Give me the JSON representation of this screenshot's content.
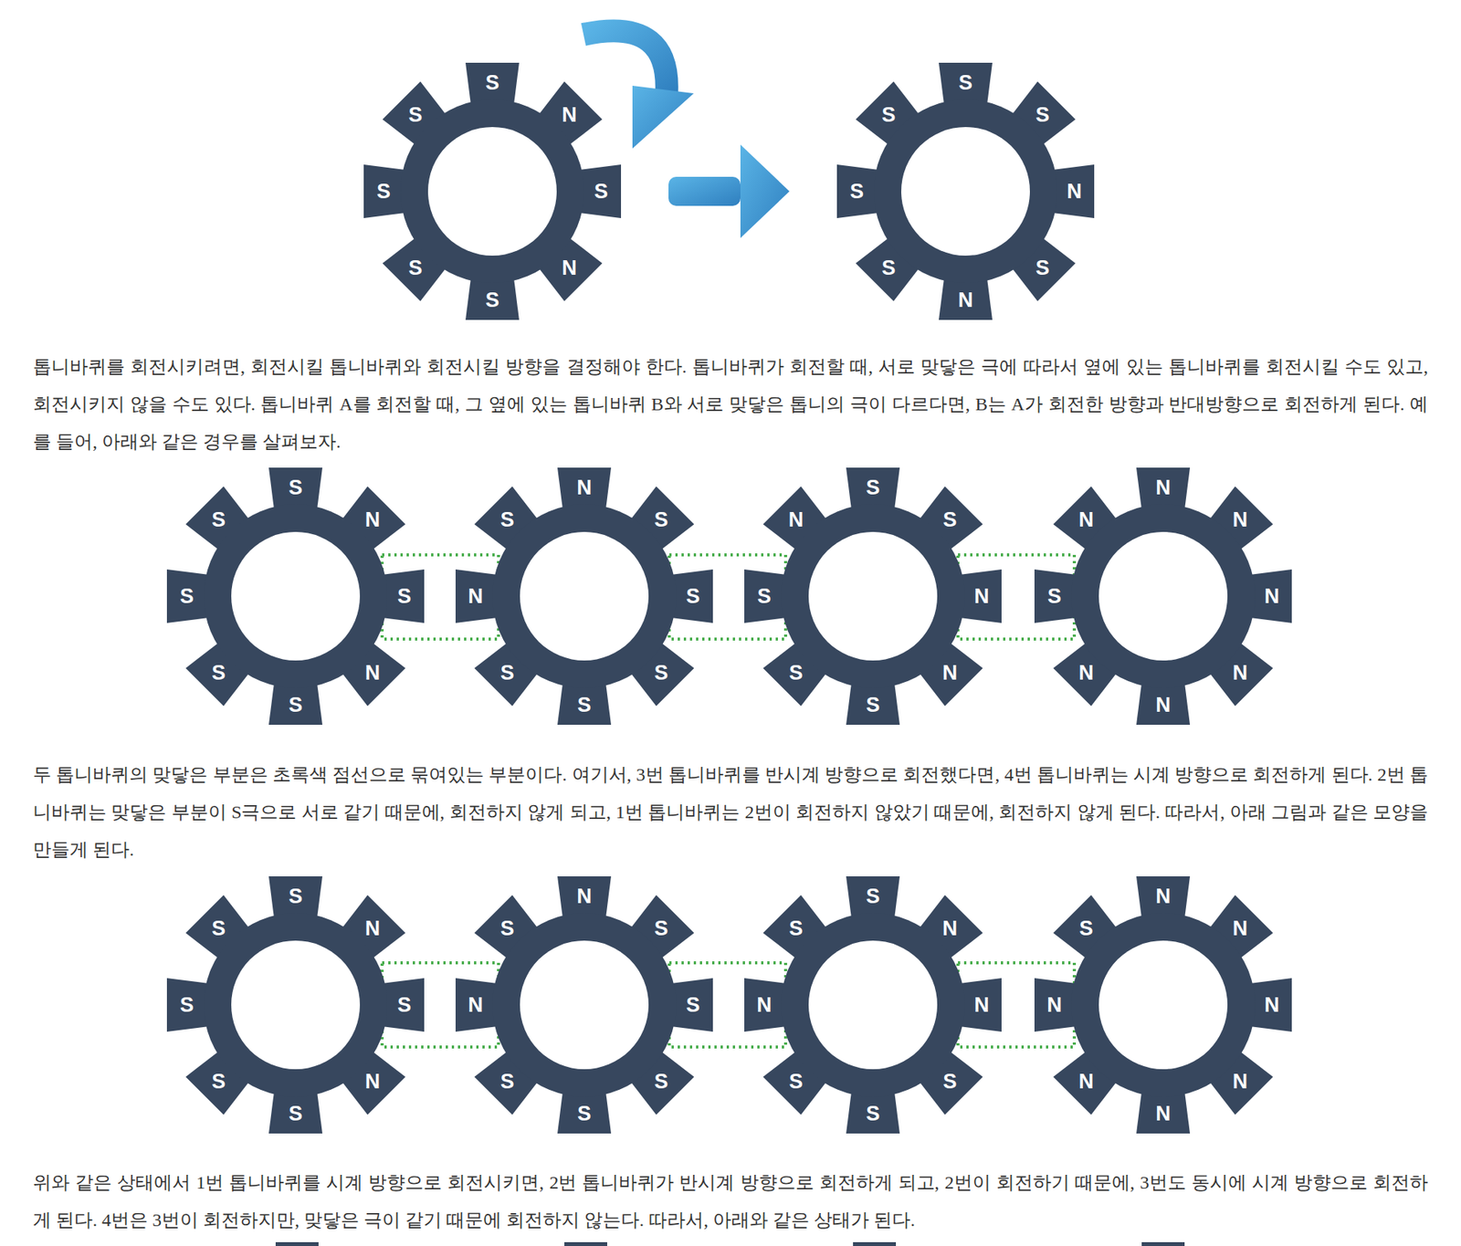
{
  "diagram": {
    "nodes": [
      {
        "text": [
          "S",
          "S",
          "N",
          "S",
          "S",
          "S",
          "N",
          "S"
        ]
      },
      {
        "text": [
          "S",
          "S",
          "S",
          "S",
          "N",
          "S",
          "S",
          "N"
        ]
      },
      {
        "text": [
          "S",
          "S",
          "N",
          "S",
          "S",
          "S",
          "N",
          "S"
        ]
      },
      {
        "text": [
          "N",
          "S",
          "S",
          "N",
          "S",
          "S",
          "S",
          "S"
        ]
      },
      {
        "text": [
          "S",
          "N",
          "S",
          "S",
          "N",
          "S",
          "N",
          "S"
        ]
      },
      {
        "text": [
          "N",
          "N",
          "N",
          "S",
          "N",
          "N",
          "N",
          "N"
        ]
      },
      {
        "text": [
          "S",
          "S",
          "N",
          "S",
          "S",
          "S",
          "N",
          "S"
        ]
      },
      {
        "text": [
          "N",
          "S",
          "S",
          "N",
          "S",
          "S",
          "S",
          "S"
        ]
      },
      {
        "text": [
          "S",
          "S",
          "N",
          "N",
          "N",
          "S",
          "S",
          "S"
        ]
      },
      {
        "text": [
          "N",
          "S",
          "N",
          "N",
          "N",
          "N",
          "N",
          "N"
        ]
      }
    ],
    "edges": [
      {
        "from": 0,
        "to": 1,
        "arrow": "to"
      }
    ],
    "labels": [
      "톱니바퀴를 회전시키려면, 회전시킬 톱니바퀴와 회전시킬 방향을 결정해야 한다. 톱니바퀴가 회전할 때, 서로 맞닿은 극에 따라서 옆에 있는 톱니바퀴를 회전시킬 수도 있고, 회전시키지 않을 수도 있다. 톱니바퀴 A를 회전할 때, 그 옆에 있는 톱니바퀴 B와 서로 맞닿은 톱니의 극이 다르다면, B는 A가 회전한 방향과 반대방향으로 회전하게 된다. 예를 들어, 아래와 같은 경우를 살펴보자.",
      "두 톱니바퀴의 맞닿은 부분은 초록색 점선으로 묶여있는 부분이다. 여기서, 3번 톱니바퀴를 반시계 방향으로 회전했다면, 4번 톱니바퀴는 시계 방향으로 회전하게 된다. 2번 톱니바퀴는 맞닿은 부분이 S극으로 서로 같기 때문에, 회전하지 않게 되고, 1번 톱니바퀴는 2번이 회전하지 않았기 때문에, 회전하지 않게 된다. 따라서, 아래 그림과 같은 모양을 만들게 된다.",
      "위와 같은 상태에서 1번 톱니바퀴를 시계 방향으로 회전시키면, 2번 톱니바퀴가 반시계 방향으로 회전하게 되고, 2번이 회전하기 때문에, 3번도 동시에 시계 방향으로 회전하게 된다. 4번은 3번이 회전하지만, 맞닿은 극이 같기 때문에 회전하지 않는다. 따라서, 아래와 같은 상태가 된다."
    ]
  }
}
